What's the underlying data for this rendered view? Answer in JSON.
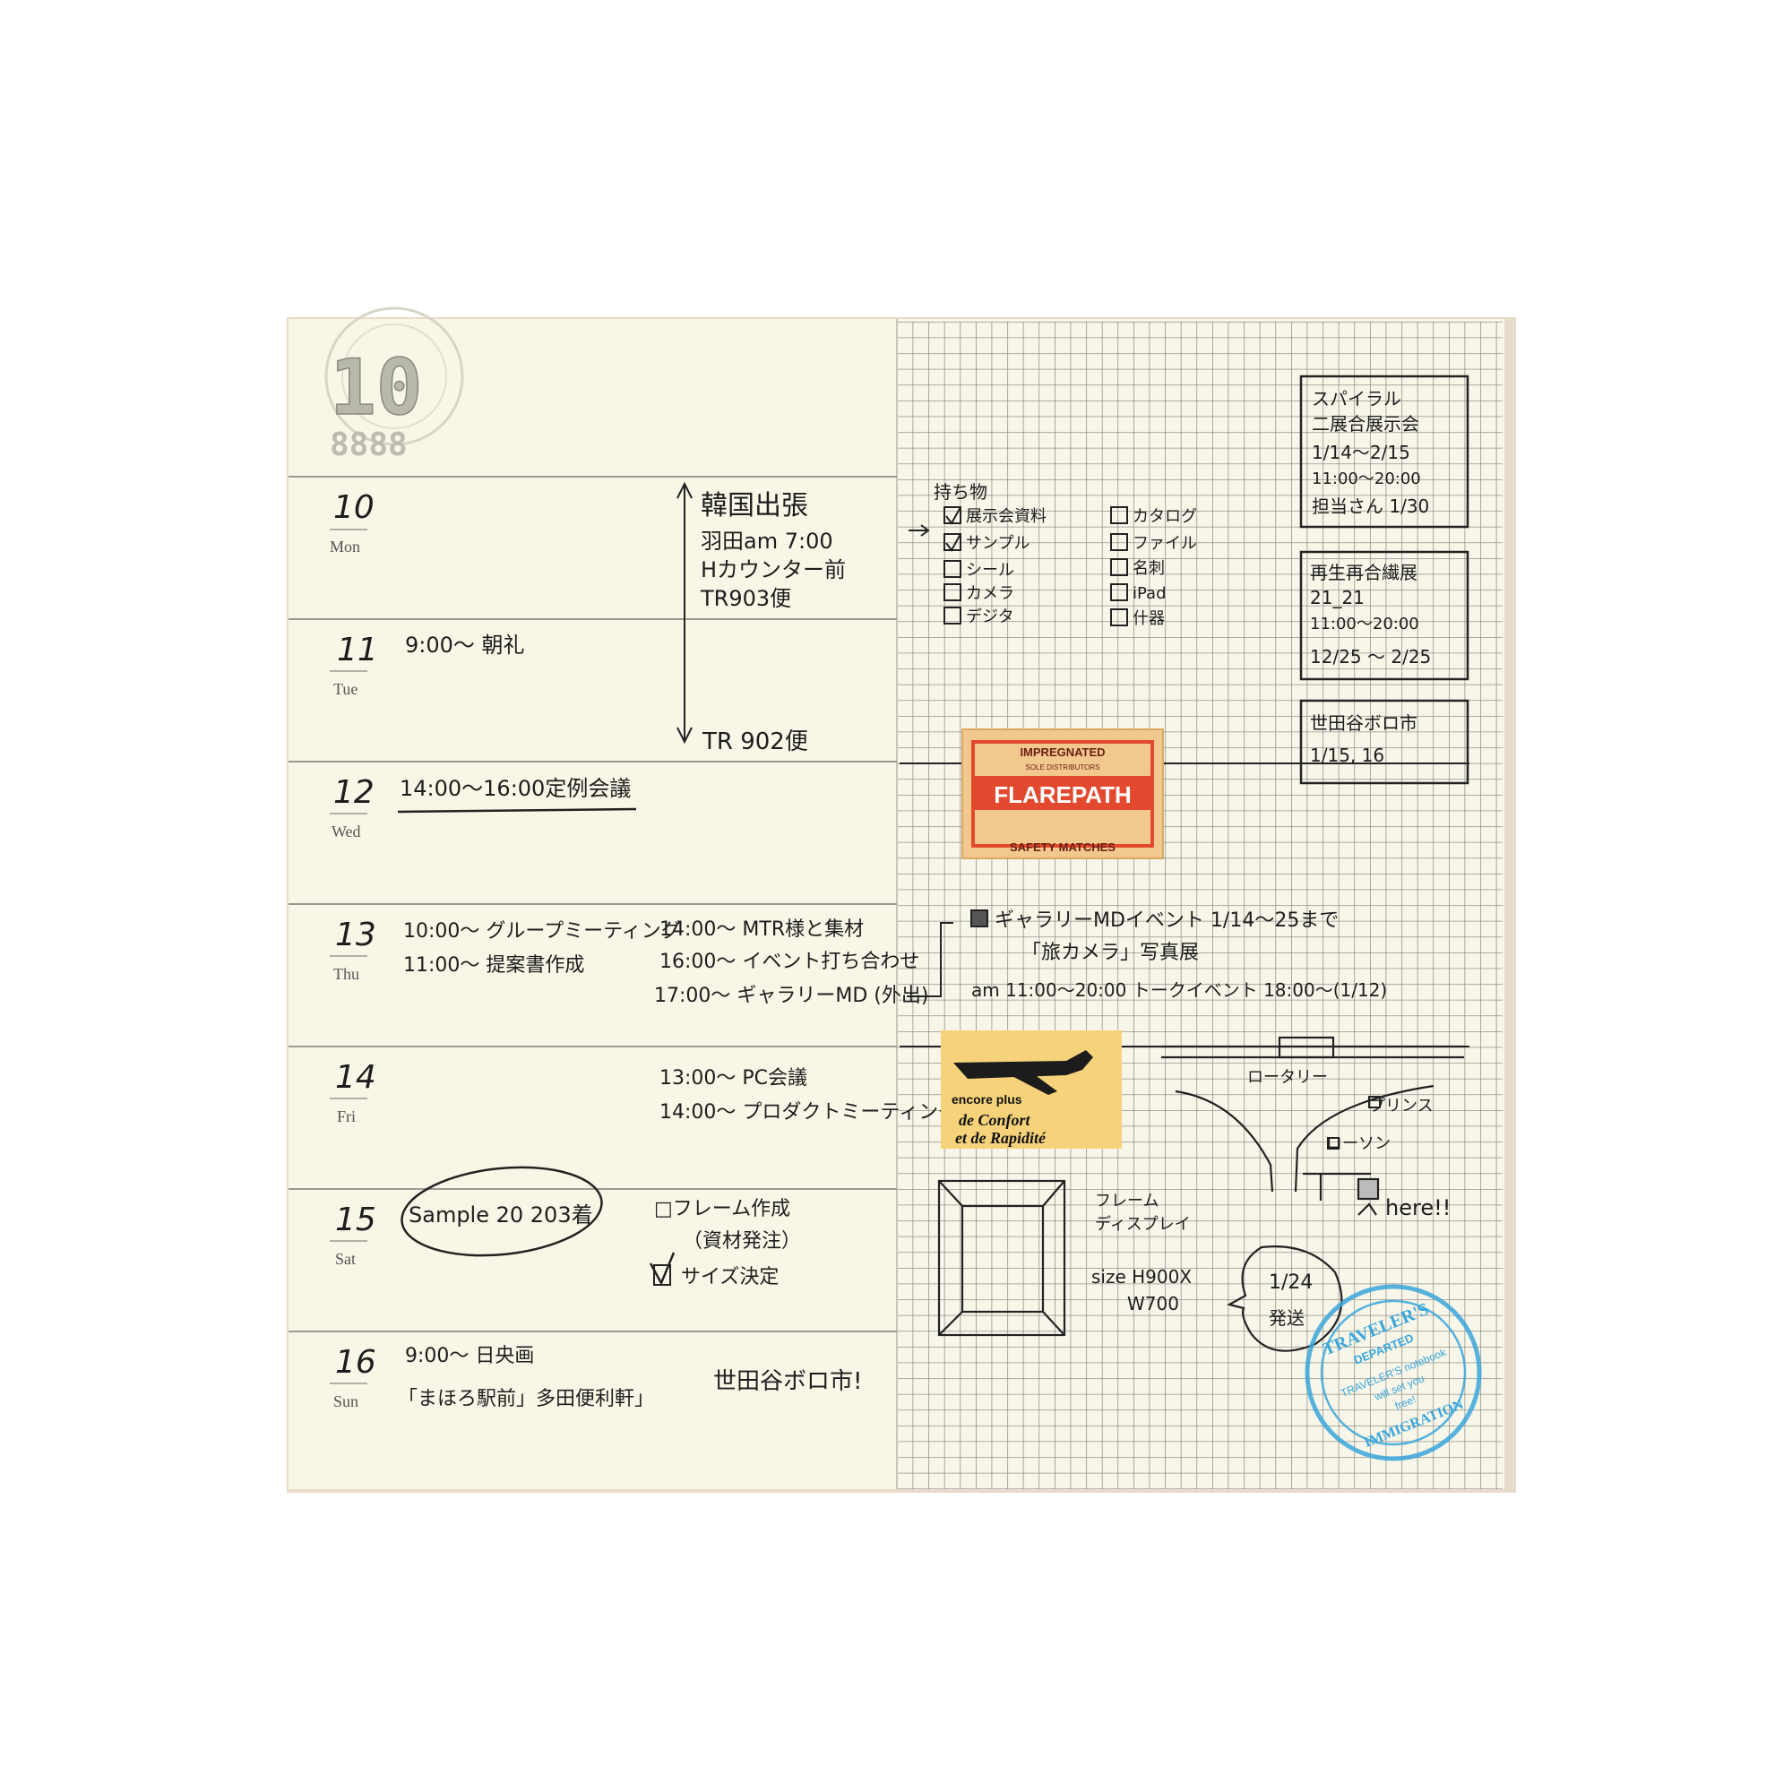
{
  "month_display": "10",
  "year_display": "8888",
  "days": [
    {
      "num": "10",
      "dow": "Mon"
    },
    {
      "num": "11",
      "dow": "Tue"
    },
    {
      "num": "12",
      "dow": "Wed"
    },
    {
      "num": "13",
      "dow": "Thu"
    },
    {
      "num": "14",
      "dow": "Fri"
    },
    {
      "num": "15",
      "dow": "Sat"
    },
    {
      "num": "16",
      "dow": "Sun"
    }
  ],
  "entries": {
    "mon_trip": [
      "韓国出張",
      "羽田am 7:00",
      "Hカウンター前",
      "TR903便"
    ],
    "tue_trip_return": "TR 902便",
    "tue_left": "9:00〜 朝礼",
    "wed_left": "14:00〜16:00定例会議",
    "thu_left": [
      "10:00〜 グループミーティング",
      "11:00〜 提案書作成"
    ],
    "thu_right": [
      "14:00〜 MTR様と集材",
      "16:00〜 イベント打ち合わせ",
      "17:00〜 ギャラリーMD (外出)"
    ],
    "fri_right": [
      "13:00〜 PC会議",
      "14:00〜 プロダクトミーティング"
    ],
    "sat_left": "Sample 20 203着",
    "sat_right": [
      "□フレーム作成",
      "（資材発注）",
      "サイズ決定"
    ],
    "sun_left": [
      "9:00〜 日央画",
      "「まほろ駅前」多田便利軒」"
    ],
    "sun_right": "世田谷ボロ市!"
  },
  "right_page": {
    "mochimono_title": "持ち物",
    "checklist_left": [
      {
        "label": "展示会資料",
        "checked": true
      },
      {
        "label": "サンプル",
        "checked": true
      },
      {
        "label": "シール",
        "checked": false
      },
      {
        "label": "カメラ",
        "checked": false
      },
      {
        "label": "デジタ",
        "checked": false
      }
    ],
    "checklist_right": [
      {
        "label": "カタログ",
        "checked": false
      },
      {
        "label": "ファイル",
        "checked": false
      },
      {
        "label": "名刺",
        "checked": false
      },
      {
        "label": "iPad",
        "checked": false
      },
      {
        "label": "什器",
        "checked": false
      }
    ],
    "box1": [
      "スパイラル",
      "二展合展示会",
      "1/14〜2/15",
      "11:00〜20:00",
      "担当さん 1/30"
    ],
    "box2": [
      "再生再合繊展",
      "21_21",
      "11:00〜20:00",
      "12/25 〜 2/25"
    ],
    "box3": [
      "世田谷ボロ市",
      "1/15, 16"
    ],
    "gallery": [
      "ギャラリーMDイベント 1/14〜25まで",
      "「旅カメラ」写真展",
      "am 11:00〜20:00  トークイベント 18:00〜(1/12)"
    ],
    "map_labels": [
      "ロータリー",
      "プリンス",
      "ローソン",
      "here!!"
    ],
    "frame_note": [
      "フレーム",
      "ディスプレイ"
    ],
    "size_note": [
      "size H900X",
      "W700"
    ],
    "bubble": [
      "1/24",
      "発送"
    ]
  },
  "label_matchbox": [
    "IMPREGNATED",
    "SOLE DISTRIBUTORS",
    "FLAREPATH",
    "SAFETY MATCHES"
  ],
  "label_plane": [
    "encore plus",
    "de Confort",
    "et de Rapidité"
  ],
  "stamp": [
    "TRAVELER'S",
    "DEPARTED",
    "TRAVELER'S notebook",
    "will set you",
    "free!",
    "IMMIGRATION"
  ],
  "colors": {
    "paper": "#f7f5e6",
    "grid": "#3a3a3a",
    "stamp": "#3aa6db",
    "match_red": "#e2492f",
    "match_bg": "#f1c98a",
    "plane_bg": "#f6d37a"
  }
}
